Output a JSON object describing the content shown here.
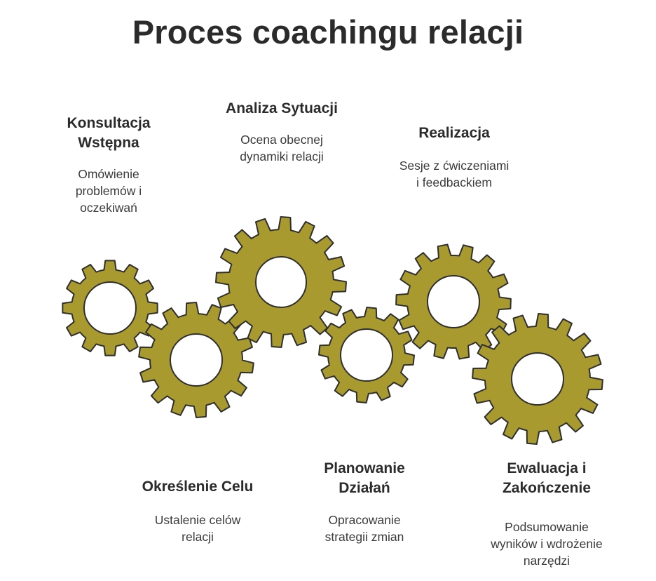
{
  "title": "Proces coachingu relacji",
  "colors": {
    "gear_fill": "#a99a2f",
    "gear_stroke": "#2f2f2f",
    "hole": "#ffffff"
  },
  "steps": [
    {
      "title": "Konsultacja\nWstępna",
      "description": "Omówienie\nproblemów i\noczekiwań"
    },
    {
      "title": "Analiza Sytuacji",
      "description": "Ocena obecnej\ndynamiki relacji"
    },
    {
      "title": "Realizacja",
      "description": "Sesje z ćwiczeniami\ni feedbackiem"
    },
    {
      "title": "Określenie Celu",
      "description": "Ustalenie celów\nrelacji"
    },
    {
      "title": "Planowanie\nDziałań",
      "description": "Opracowanie\nstrategii zmian"
    },
    {
      "title": "Ewaluacja i\nZakończenie",
      "description": "Podsumowanie\nwyników i wdrożenie\nnarzędzi"
    }
  ]
}
